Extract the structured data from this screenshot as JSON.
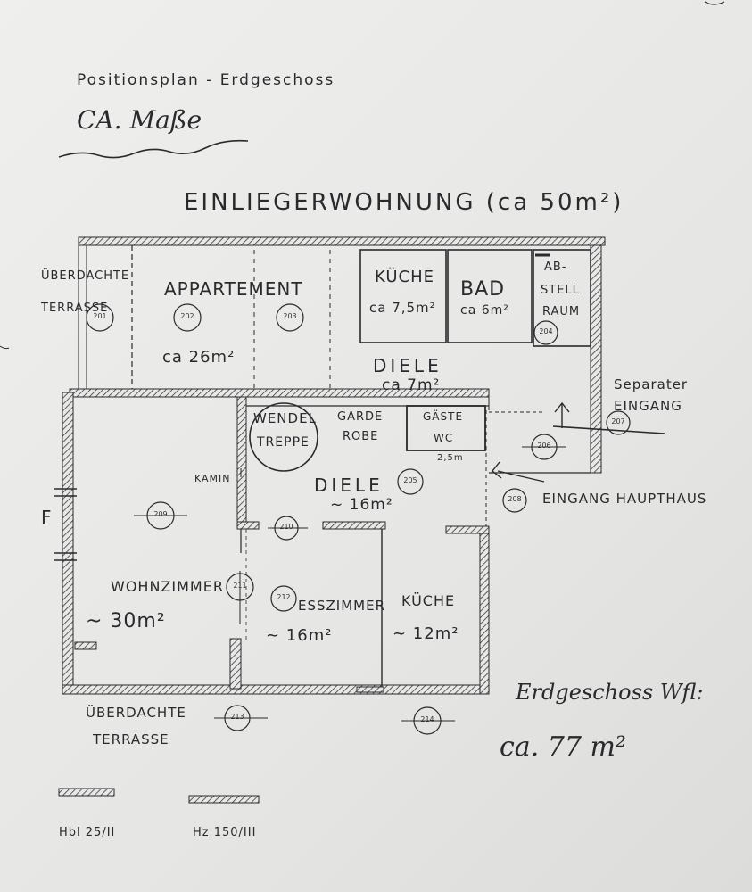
{
  "header": {
    "line1": "Positionsplan - Erdgeschoss",
    "line2": "CA. Maße"
  },
  "einlieger": {
    "title": "EINLIEGERWOHNUNG (ca 50m²)"
  },
  "rooms": {
    "ueberdachte_terrasse_top_1": "ÜBERDACHTE",
    "ueberdachte_terrasse_top_2": "TERRASSE",
    "appartement": "APPARTEMENT",
    "appartement_area": "ca 26m²",
    "kueche_top": "KÜCHE",
    "kueche_top_area": "ca 7,5m²",
    "bad": "BAD",
    "bad_area": "ca 6m²",
    "abstell_1": "AB-",
    "abstell_2": "STELL",
    "abstell_3": "RAUM",
    "diele_top": "DIELE",
    "diele_top_area": "ca 7m²",
    "separater_1": "Separater",
    "separater_2": "EINGANG",
    "wendel_1": "WENDEL",
    "wendel_2": "TREPPE",
    "garde_1": "GARDE",
    "garde_2": "ROBE",
    "gaeste_1": "GÄSTE",
    "gaeste_2": "WC",
    "gaeste_area": "2,5m",
    "kamin": "KAMIN",
    "diele_main": "DIELE",
    "diele_main_area": "~ 16m²",
    "eingang_haupthaus": "EINGANG HAUPTHAUS",
    "wohnzimmer": "WOHNZIMMER",
    "wohnzimmer_area": "~ 30m²",
    "esszimmer": "ESSZIMMER",
    "esszimmer_area": "~ 16m²",
    "kueche_main": "KÜCHE",
    "kueche_main_area": "~ 12m²",
    "ueberdachte_terrasse_bottom_1": "ÜBERDACHTE",
    "ueberdachte_terrasse_bottom_2": "TERRASSE",
    "f_mark": "F"
  },
  "positions": [
    "201",
    "202",
    "203",
    "204",
    "205",
    "206",
    "207",
    "208",
    "209",
    "210",
    "211",
    "212",
    "213",
    "214"
  ],
  "summary": {
    "label": "Erdgeschoss Wfl:",
    "value": "ca. 77 m²"
  },
  "legend": {
    "item1": "Hbl 25/II",
    "item2": "Hz 150/III"
  }
}
